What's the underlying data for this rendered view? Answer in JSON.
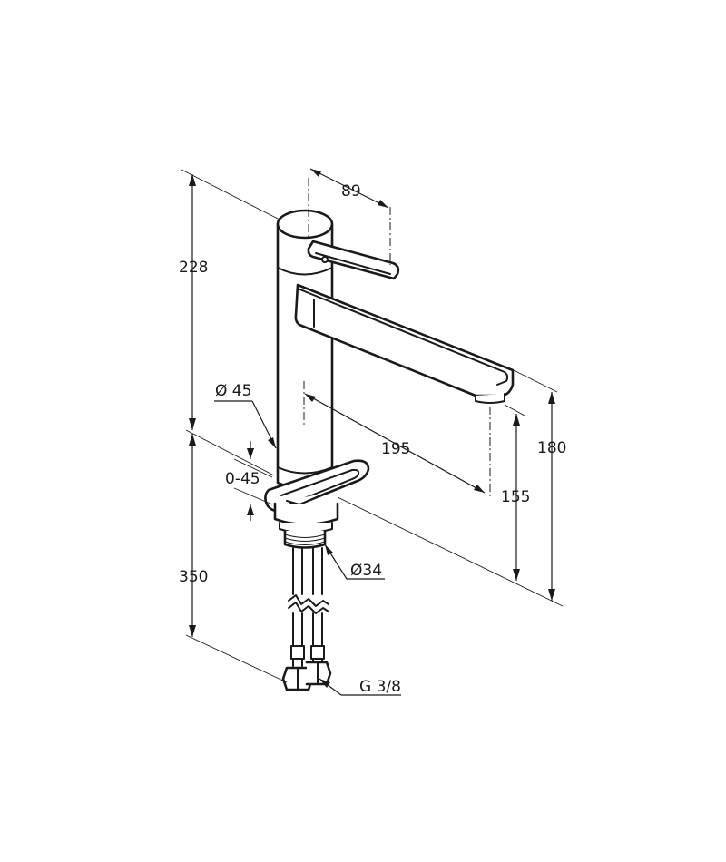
{
  "dimensions": {
    "lever_reach": "89",
    "top_height": "228",
    "spout_reach": "195",
    "body_diameter": "Ø 45",
    "rotation_range": "0-45",
    "total_height": "180",
    "outlet_height": "155",
    "thread_diameter": "Ø34",
    "hose_length": "350",
    "connection": "G 3/8"
  }
}
